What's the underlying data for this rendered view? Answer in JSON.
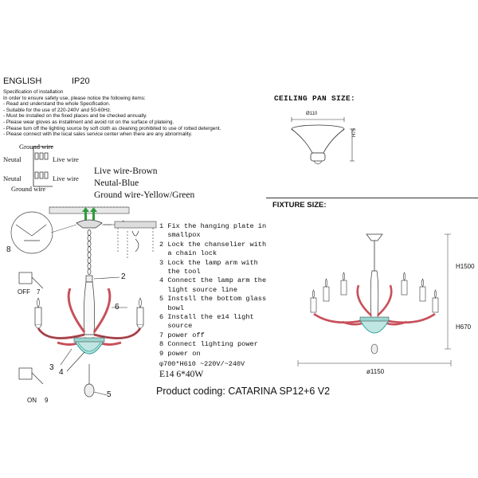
{
  "header": {
    "language": "ENGLISH",
    "ip": "IP20"
  },
  "spec": {
    "title": "Specification of installation",
    "lines": [
      "In order to ensure safety use, please notice the following items:",
      "- Read and understand the whole Specification.",
      "- Suitable for the use of 220-240V and 50-60Hz.",
      "- Must be installed on the fixed places and be checked annually.",
      "- Please wear gloves as installment and avoid rot on the surface of plateing.",
      "- Please turn off the lighting source by soft cloth as cleaning prohibited to use of rotted detergent.",
      "- Please connect with the local sales service center when there are any abnormality."
    ]
  },
  "wiring": {
    "ground_top": "Ground wire",
    "neutal_1": "Neutal",
    "live_1": "Live wire",
    "neutal_2": "Neutal",
    "live_2": "Live wire",
    "ground_bottom": "Ground wire",
    "legend": [
      "Live wire-Brown",
      "Neutal-Blue",
      "Ground wire-Yellow/Green"
    ]
  },
  "switch": {
    "off": "OFF",
    "off_num": "7",
    "on": "ON",
    "on_num": "9"
  },
  "callouts": {
    "c1": "1",
    "c2": "2",
    "c3": "3",
    "c4": "4",
    "c5": "5",
    "c6": "6",
    "c8": "8"
  },
  "steps": [
    {
      "num": "1",
      "text": "Fix the hanging plate in"
    },
    {
      "num": "",
      "text": "smallpox"
    },
    {
      "num": "2",
      "text": "Lock the chanselier with"
    },
    {
      "num": "",
      "text": "a chain lock"
    },
    {
      "num": "3",
      "text": "Lock the lamp arm with"
    },
    {
      "num": "",
      "text": "the tool"
    },
    {
      "num": "4",
      "text": "Connect the lamp arm the"
    },
    {
      "num": "",
      "text": "light source line"
    },
    {
      "num": "5",
      "text": "Instsll the bottom glass"
    },
    {
      "num": "",
      "text": "bowl"
    },
    {
      "num": "6",
      "text": "Install the e14 light"
    },
    {
      "num": "",
      "text": "source"
    },
    {
      "num": "7",
      "text": "power off"
    },
    {
      "num": "8",
      "text": "Connect lighting power"
    },
    {
      "num": "9",
      "text": "power on"
    }
  ],
  "specs_text": {
    "dimensions": "φ700*H610 ~220V/~240V",
    "bulbs": "E14 6*40W"
  },
  "product": {
    "coding": "Product coding: CATARINA SP12+6 V2"
  },
  "ceiling_pan": {
    "title": "CEILING PAN SIZE:",
    "dia": "Ø110",
    "height": "H75"
  },
  "fixture": {
    "title": "FIXTURE SIZE:",
    "h_total": "H1500",
    "h_body": "H670",
    "dia": "ø1150"
  },
  "colors": {
    "arm": "#c8505a",
    "glass": "#3aa6a0",
    "green": "#2e9b3e",
    "line": "#222222"
  }
}
